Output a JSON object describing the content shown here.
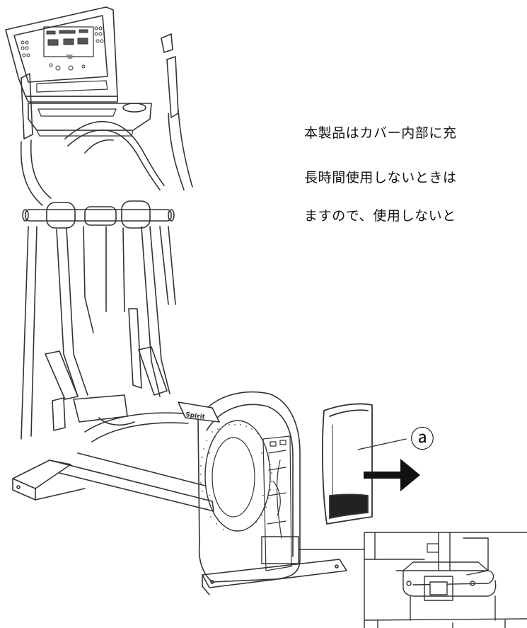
{
  "instructions": {
    "line1": "本製品はカバー内部に充",
    "line2": "長時間使用しないときは",
    "line3": "ますので、使用しないと"
  },
  "console": {
    "brand": "Spirit"
  },
  "callout": {
    "label": "ⓐ"
  },
  "icons": [
    "arrow-right-icon"
  ]
}
